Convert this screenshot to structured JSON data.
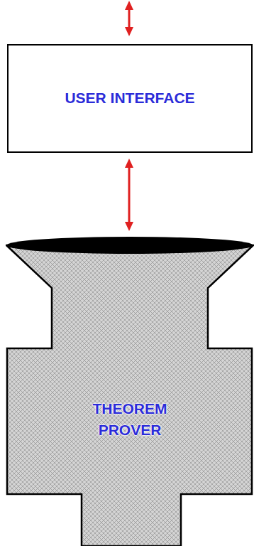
{
  "diagram": {
    "nodes": [
      {
        "text": [
          "USER INTERFACE"
        ]
      },
      {
        "text": [
          "THEOREM PROVER"
        ]
      }
    ],
    "edges": [
      {
        "from": 0,
        "to": 1,
        "arrow": "both"
      }
    ]
  }
}
